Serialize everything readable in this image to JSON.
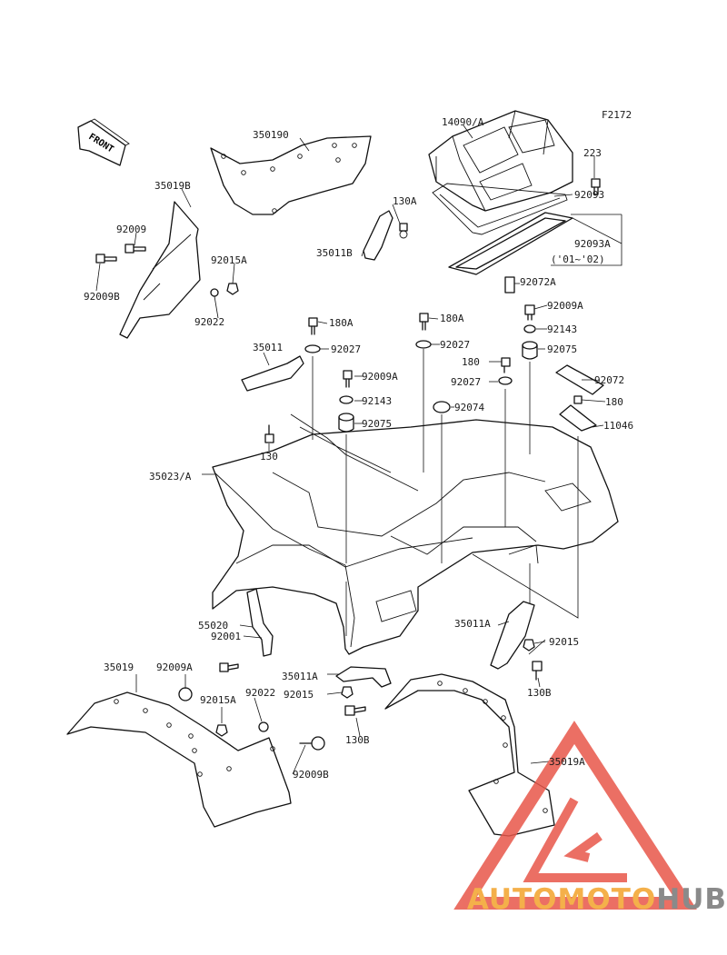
{
  "diagram": {
    "figure_code": "F2172",
    "front_marker": "FRONT",
    "labels": [
      {
        "id": "l1",
        "text": "14090/A"
      },
      {
        "id": "l2",
        "text": "350190"
      },
      {
        "id": "l3",
        "text": "35019B"
      },
      {
        "id": "l4",
        "text": "223"
      },
      {
        "id": "l5",
        "text": "92093"
      },
      {
        "id": "l6",
        "text": "130A"
      },
      {
        "id": "l7",
        "text": "92009"
      },
      {
        "id": "l8",
        "text": "92093A"
      },
      {
        "id": "l9",
        "text": "('01~'02)"
      },
      {
        "id": "l10",
        "text": "35011B"
      },
      {
        "id": "l11",
        "text": "92015A"
      },
      {
        "id": "l12",
        "text": "92009B"
      },
      {
        "id": "l13",
        "text": "92072A"
      },
      {
        "id": "l14",
        "text": "92022"
      },
      {
        "id": "l15",
        "text": "92009A"
      },
      {
        "id": "l16",
        "text": "180A"
      },
      {
        "id": "l17",
        "text": "180A"
      },
      {
        "id": "l18",
        "text": "92143"
      },
      {
        "id": "l19",
        "text": "35011"
      },
      {
        "id": "l20",
        "text": "92027"
      },
      {
        "id": "l21",
        "text": "92027"
      },
      {
        "id": "l22",
        "text": "92075"
      },
      {
        "id": "l23",
        "text": "180"
      },
      {
        "id": "l24",
        "text": "92009A"
      },
      {
        "id": "l25",
        "text": "92072"
      },
      {
        "id": "l26",
        "text": "92027"
      },
      {
        "id": "l27",
        "text": "92143"
      },
      {
        "id": "l28",
        "text": "180"
      },
      {
        "id": "l29",
        "text": "92074"
      },
      {
        "id": "l30",
        "text": "92075"
      },
      {
        "id": "l31",
        "text": "11046"
      },
      {
        "id": "l32",
        "text": "130"
      },
      {
        "id": "l33",
        "text": "35023/A"
      },
      {
        "id": "l34",
        "text": "55020"
      },
      {
        "id": "l35",
        "text": "35011A"
      },
      {
        "id": "l36",
        "text": "92001"
      },
      {
        "id": "l37",
        "text": "92015"
      },
      {
        "id": "l38",
        "text": "35019"
      },
      {
        "id": "l39",
        "text": "92009A"
      },
      {
        "id": "l40",
        "text": "35011A"
      },
      {
        "id": "l41",
        "text": "130B"
      },
      {
        "id": "l42",
        "text": "92022"
      },
      {
        "id": "l43",
        "text": "92015A"
      },
      {
        "id": "l44",
        "text": "92015"
      },
      {
        "id": "l45",
        "text": "130B"
      },
      {
        "id": "l46",
        "text": "92009B"
      },
      {
        "id": "l47",
        "text": "35019A"
      }
    ]
  },
  "watermark": {
    "word_part1": "AUTOMOTO",
    "word_part2": "HUB",
    "color_part1": "#f4b04a",
    "color_part2": "#8a8a8a",
    "logo_color": "#e8574a",
    "logo_icon": "triangle-logo"
  }
}
